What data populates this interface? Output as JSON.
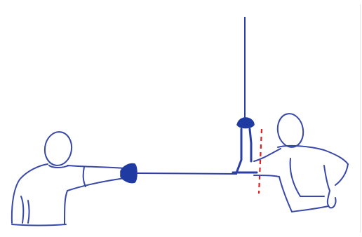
{
  "colors": {
    "background": "#ffffff",
    "figure_stroke": "#3848a8",
    "blade_stroke": "#2a3ea6",
    "guard_fill": "#1f3aa0",
    "parry_line": "#e02020"
  },
  "illustration": {
    "left_fencer": "lunging-fencer-figure",
    "right_fencer": "parrying-fencer-figure",
    "left_blade": "horizontal-blade",
    "right_blade": "vertical-blade",
    "target_line": "red-dashed-line"
  }
}
